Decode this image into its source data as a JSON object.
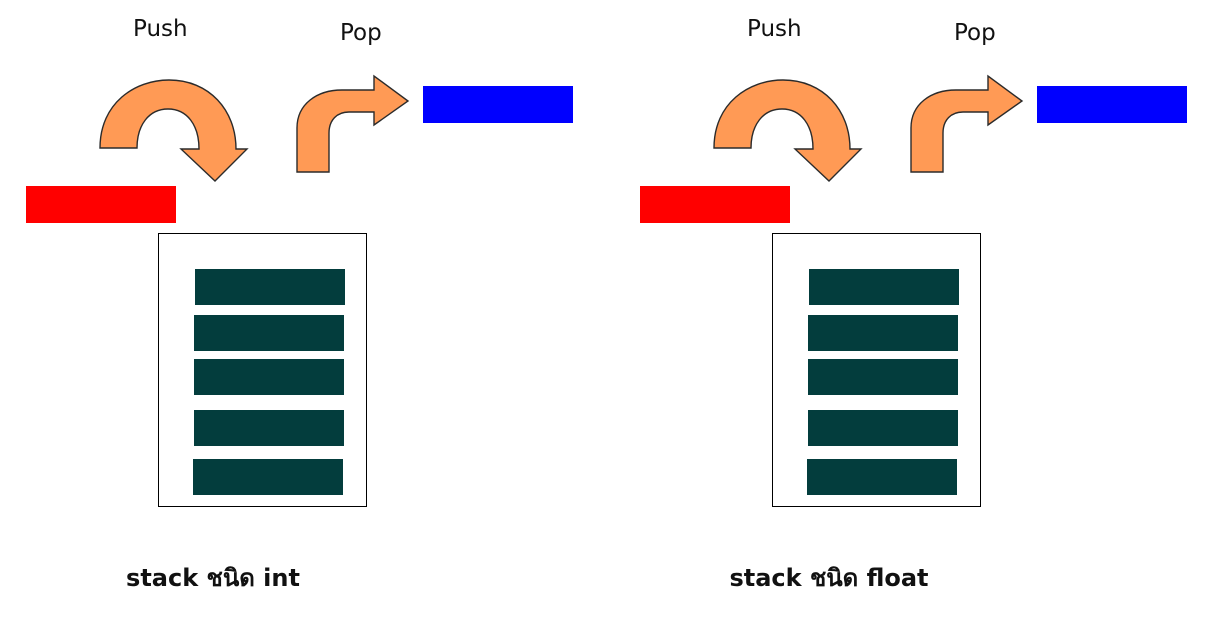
{
  "colors": {
    "arrow_fill": "#FF9A55",
    "arrow_stroke": "#2B2B2B",
    "incoming_item": "#FF0000",
    "outgoing_item": "#0000FF",
    "stack_slot": "#033D3D"
  },
  "panels": [
    {
      "push_label": "Push",
      "pop_label": "Pop",
      "caption": "stack ชนิด int",
      "slot_count": 5
    },
    {
      "push_label": "Push",
      "pop_label": "Pop",
      "caption": "stack ชนิด float",
      "slot_count": 5
    }
  ]
}
